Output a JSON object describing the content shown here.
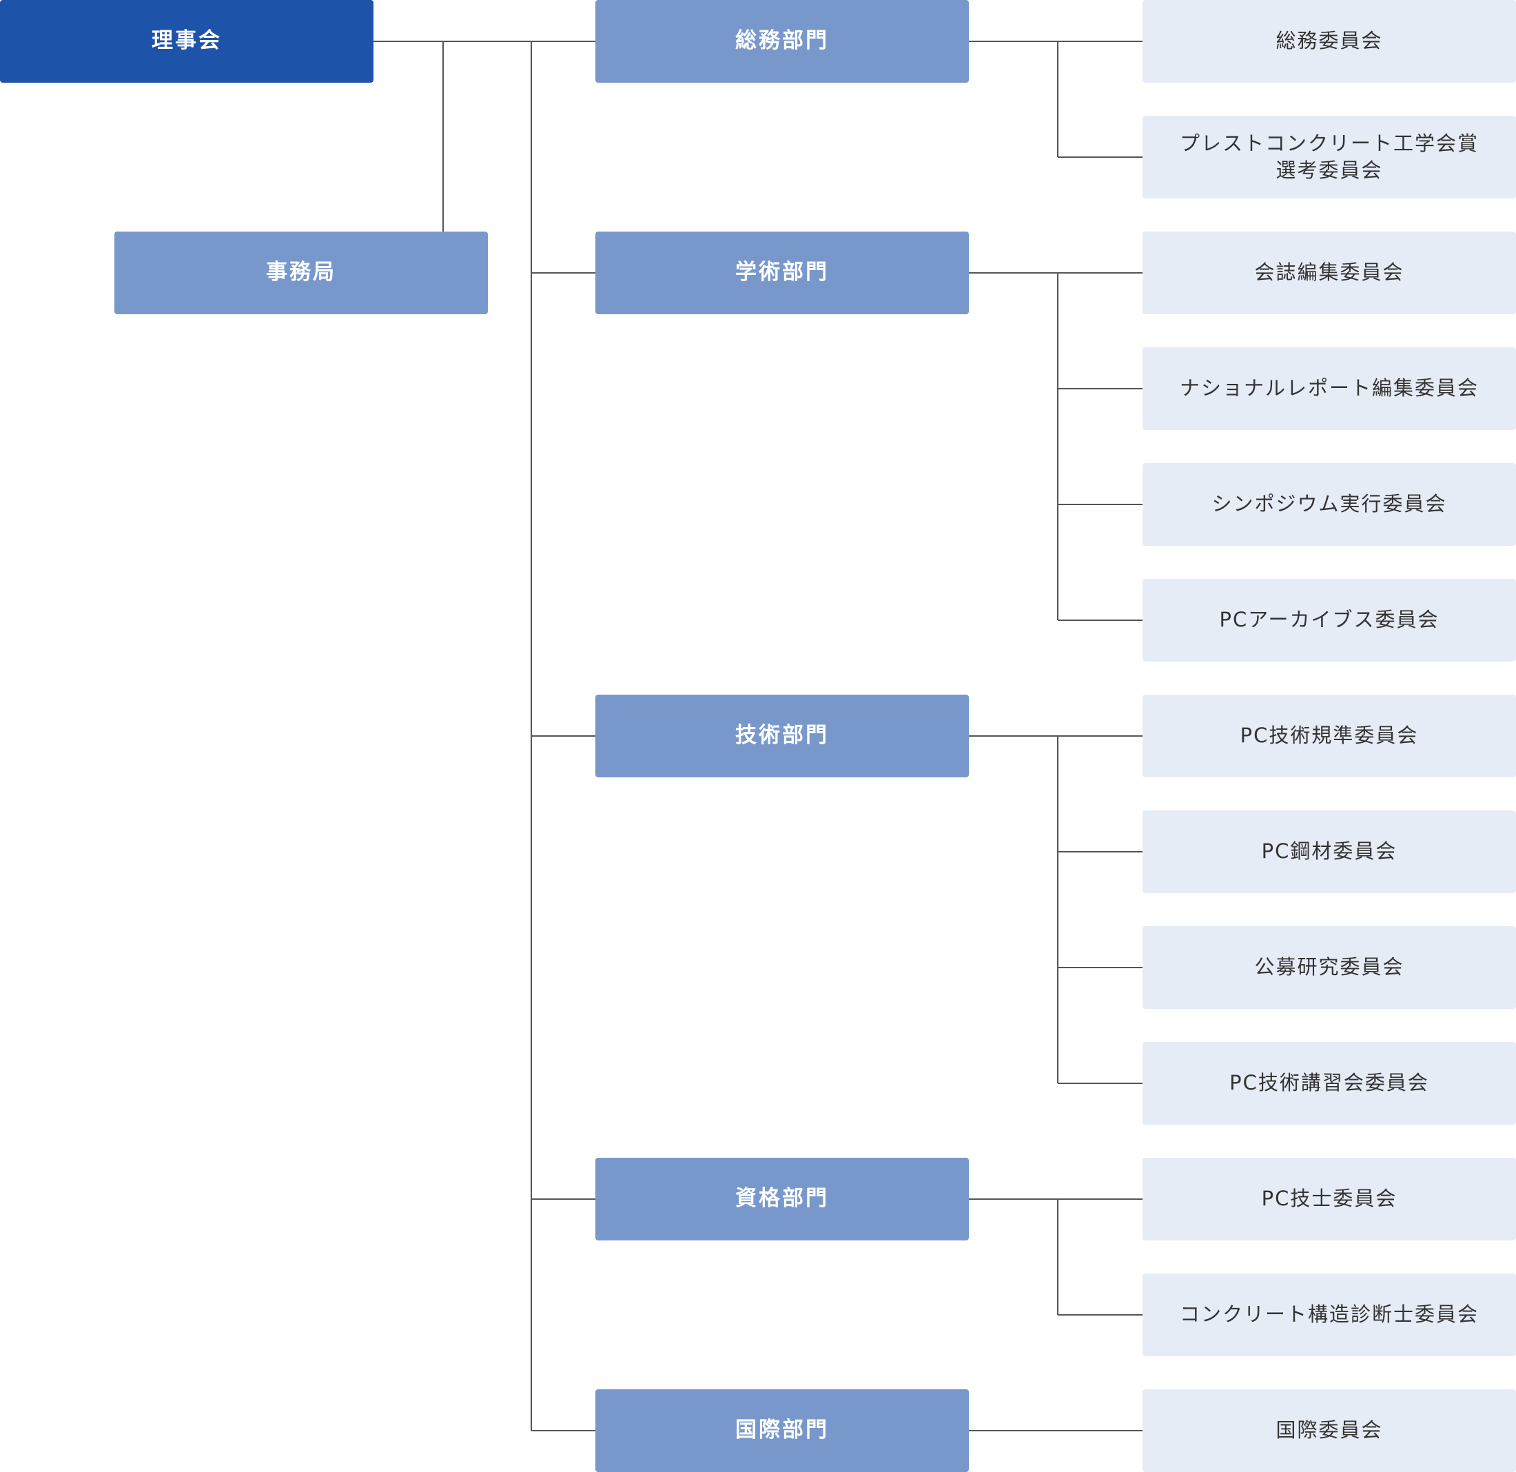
{
  "colors": {
    "root": "#1d53a8",
    "department": "#7898cc",
    "committee": "#e6ecf6",
    "line": "#555555",
    "committee_text": "#333333"
  },
  "org": {
    "root": "理事会",
    "secretariat": "事務局",
    "departments": [
      {
        "name": "総務部門",
        "committees": [
          "総務委員会",
          "プレストコンクリート工学会賞\n選考委員会"
        ]
      },
      {
        "name": "学術部門",
        "committees": [
          "会誌編集委員会",
          "ナショナルレポート編集委員会",
          "シンポジウム実行委員会",
          "PCアーカイブス委員会"
        ]
      },
      {
        "name": "技術部門",
        "committees": [
          "PC技術規準委員会",
          "PC鋼材委員会",
          "公募研究委員会",
          "PC技術講習会委員会"
        ]
      },
      {
        "name": "資格部門",
        "committees": [
          "PC技士委員会",
          "コンクリート構造診断士委員会"
        ]
      },
      {
        "name": "国際部門",
        "committees": [
          "国際委員会"
        ]
      }
    ]
  }
}
